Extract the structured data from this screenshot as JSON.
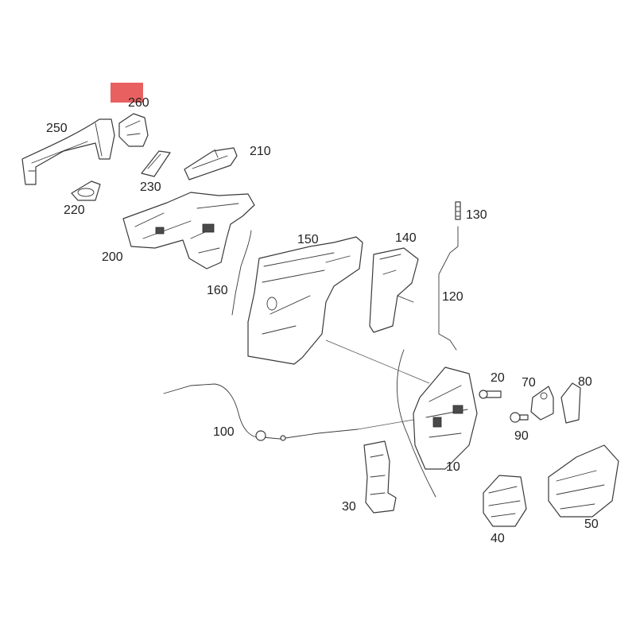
{
  "highlight_color": "#e86060",
  "callouts": {
    "c260": "260",
    "c250": "250",
    "c210": "210",
    "c230": "230",
    "c220": "220",
    "c200": "200",
    "c150": "150",
    "c140": "140",
    "c130": "130",
    "c120": "120",
    "c160": "160",
    "c20": "20",
    "c70": "70",
    "c80": "80",
    "c90": "90",
    "c100": "100",
    "c10": "10",
    "c30": "30",
    "c50": "50",
    "c40": "40"
  }
}
